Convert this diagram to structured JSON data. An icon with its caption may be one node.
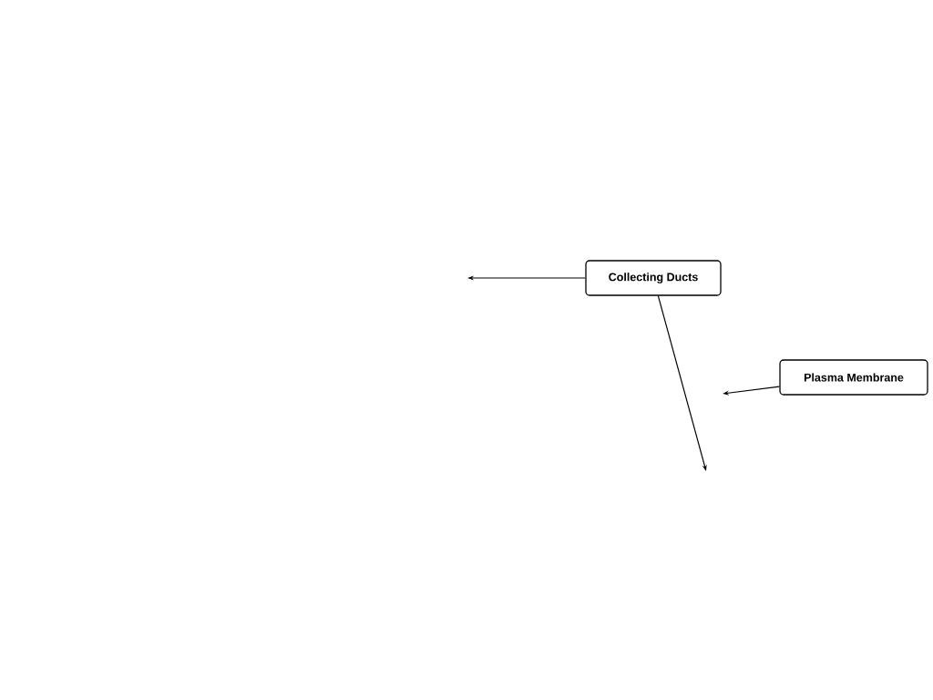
{
  "diagram": {
    "nodes": [
      {
        "text": [
          "Collecting Ducts"
        ]
      },
      {
        "text": [
          "Plasma Membrane"
        ]
      }
    ],
    "edges": [
      {
        "from": 0,
        "to": null,
        "arrow": "to"
      },
      {
        "from": 0,
        "to": null,
        "arrow": "to"
      },
      {
        "from": 1,
        "to": null,
        "arrow": "to"
      }
    ]
  }
}
